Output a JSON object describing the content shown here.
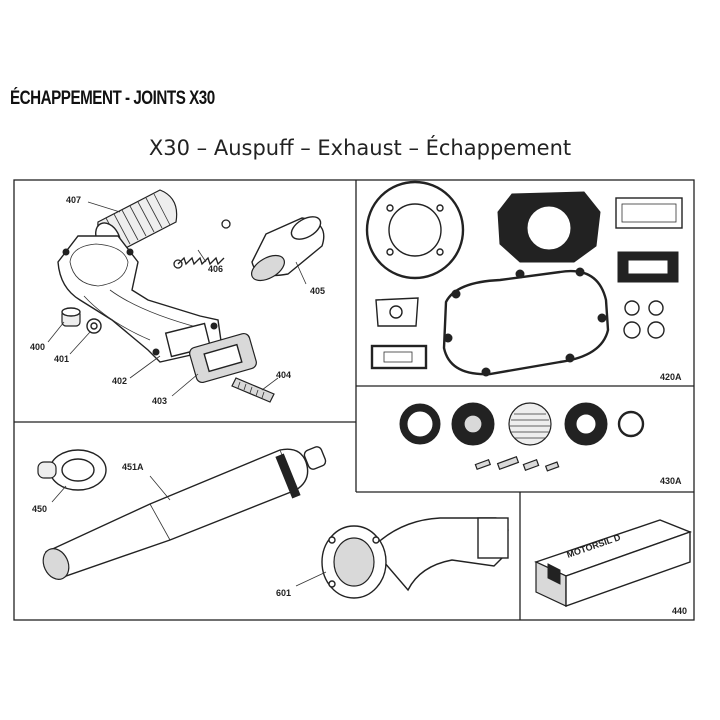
{
  "header": {
    "heading": "ÉCHAPPEMENT - JOINTS X30",
    "subtitle": "X30 – Auspuff – Exhaust – Échappement"
  },
  "parts": {
    "p407": "407",
    "p406": "406",
    "p405": "405",
    "p400": "400",
    "p401": "401",
    "p402": "402",
    "p403": "403",
    "p404": "404",
    "p420A": "420A",
    "p430A": "430A",
    "p451A": "451A",
    "p450": "450",
    "p601": "601",
    "p440": "440"
  },
  "product_box": {
    "brand": "MOTORSIL D"
  }
}
